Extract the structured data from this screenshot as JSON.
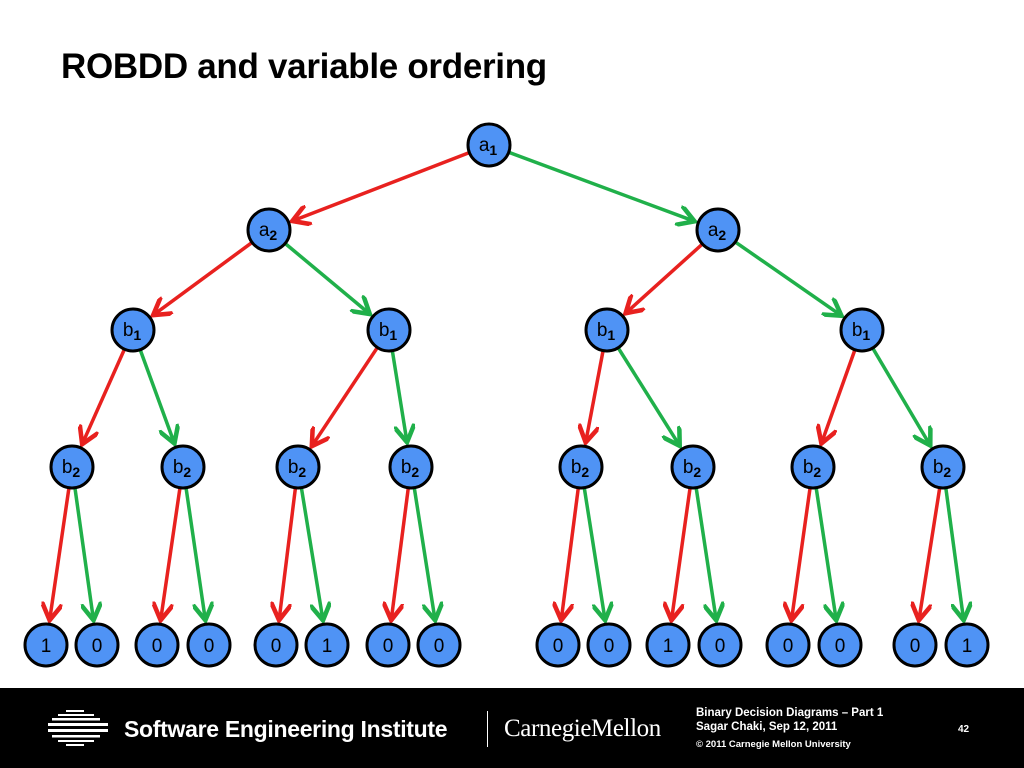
{
  "slide": {
    "title": "ROBDD and variable ordering"
  },
  "diagram": {
    "node_fill": "#4f93f5",
    "node_stroke": "#000000",
    "low_edge_color": "#e8211f",
    "high_edge_color": "#20b04a",
    "nodes": [
      {
        "id": "n1",
        "var": "a",
        "sub": "1",
        "low": "n2",
        "high": "n3"
      },
      {
        "id": "n2",
        "var": "a",
        "sub": "2",
        "low": "n4",
        "high": "n5"
      },
      {
        "id": "n3",
        "var": "a",
        "sub": "2",
        "low": "n6",
        "high": "n7"
      },
      {
        "id": "n4",
        "var": "b",
        "sub": "1",
        "low": "n8",
        "high": "n9"
      },
      {
        "id": "n5",
        "var": "b",
        "sub": "1",
        "low": "n10",
        "high": "n11"
      },
      {
        "id": "n6",
        "var": "b",
        "sub": "1",
        "low": "n12",
        "high": "n13"
      },
      {
        "id": "n7",
        "var": "b",
        "sub": "1",
        "low": "n14",
        "high": "n15"
      },
      {
        "id": "n8",
        "var": "b",
        "sub": "2",
        "low": "t1",
        "high": "t2"
      },
      {
        "id": "n9",
        "var": "b",
        "sub": "2",
        "low": "t3",
        "high": "t4"
      },
      {
        "id": "n10",
        "var": "b",
        "sub": "2",
        "low": "t5",
        "high": "t6"
      },
      {
        "id": "n11",
        "var": "b",
        "sub": "2",
        "low": "t7",
        "high": "t8"
      },
      {
        "id": "n12",
        "var": "b",
        "sub": "2",
        "low": "t9",
        "high": "t10"
      },
      {
        "id": "n13",
        "var": "b",
        "sub": "2",
        "low": "t11",
        "high": "t12"
      },
      {
        "id": "n14",
        "var": "b",
        "sub": "2",
        "low": "t13",
        "high": "t14"
      },
      {
        "id": "n15",
        "var": "b",
        "sub": "2",
        "low": "t15",
        "high": "t16"
      }
    ],
    "terminals": [
      {
        "id": "t1",
        "value": "1"
      },
      {
        "id": "t2",
        "value": "0"
      },
      {
        "id": "t3",
        "value": "0"
      },
      {
        "id": "t4",
        "value": "0"
      },
      {
        "id": "t5",
        "value": "0"
      },
      {
        "id": "t6",
        "value": "1"
      },
      {
        "id": "t7",
        "value": "0"
      },
      {
        "id": "t8",
        "value": "0"
      },
      {
        "id": "t9",
        "value": "0"
      },
      {
        "id": "t10",
        "value": "0"
      },
      {
        "id": "t11",
        "value": "1"
      },
      {
        "id": "t12",
        "value": "0"
      },
      {
        "id": "t13",
        "value": "0"
      },
      {
        "id": "t14",
        "value": "0"
      },
      {
        "id": "t15",
        "value": "0"
      },
      {
        "id": "t16",
        "value": "1"
      }
    ]
  },
  "footer": {
    "institute": "Software Engineering Institute",
    "university": "CarnegieMellon",
    "course": "Binary Decision Diagrams – Part 1",
    "author_date": "Sagar Chaki, Sep 12, 2011",
    "copyright": "© 2011 Carnegie Mellon University",
    "page_number": "42"
  }
}
